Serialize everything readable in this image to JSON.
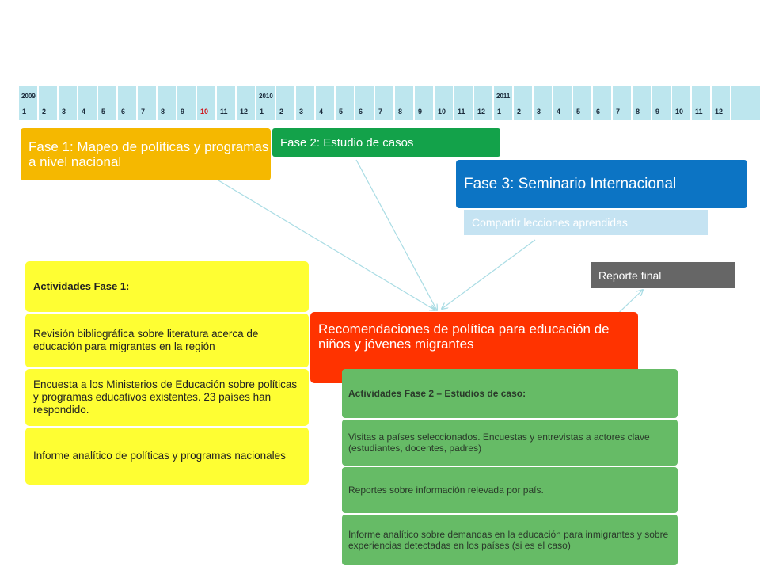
{
  "timeline": {
    "cells": [
      {
        "year": "2009",
        "month": "1",
        "red": false
      },
      {
        "year": "",
        "month": "2",
        "red": false
      },
      {
        "year": "",
        "month": "3",
        "red": false
      },
      {
        "year": "",
        "month": "4",
        "red": false
      },
      {
        "year": "",
        "month": "5",
        "red": false
      },
      {
        "year": "",
        "month": "6",
        "red": false
      },
      {
        "year": "",
        "month": "7",
        "red": false
      },
      {
        "year": "",
        "month": "8",
        "red": false
      },
      {
        "year": "",
        "month": "9",
        "red": false
      },
      {
        "year": "",
        "month": "10",
        "red": true
      },
      {
        "year": "",
        "month": "11",
        "red": false
      },
      {
        "year": "",
        "month": "12",
        "red": false
      },
      {
        "year": "2010",
        "month": "1",
        "red": false
      },
      {
        "year": "",
        "month": "2",
        "red": false
      },
      {
        "year": "",
        "month": "3",
        "red": false
      },
      {
        "year": "",
        "month": "4",
        "red": false
      },
      {
        "year": "",
        "month": "5",
        "red": false
      },
      {
        "year": "",
        "month": "6",
        "red": false
      },
      {
        "year": "",
        "month": "7",
        "red": false
      },
      {
        "year": "",
        "month": "8",
        "red": false
      },
      {
        "year": "",
        "month": "9",
        "red": false
      },
      {
        "year": "",
        "month": "10",
        "red": false
      },
      {
        "year": "",
        "month": "11",
        "red": false
      },
      {
        "year": "",
        "month": "12",
        "red": false
      },
      {
        "year": "2011",
        "month": "1",
        "red": false
      },
      {
        "year": "",
        "month": "2",
        "red": false
      },
      {
        "year": "",
        "month": "3",
        "red": false
      },
      {
        "year": "",
        "month": "4",
        "red": false
      },
      {
        "year": "",
        "month": "5",
        "red": false
      },
      {
        "year": "",
        "month": "6",
        "red": false
      },
      {
        "year": "",
        "month": "7",
        "red": false
      },
      {
        "year": "",
        "month": "8",
        "red": false
      },
      {
        "year": "",
        "month": "9",
        "red": false
      },
      {
        "year": "",
        "month": "10",
        "red": false
      },
      {
        "year": "",
        "month": "11",
        "red": false
      },
      {
        "year": "",
        "month": "12",
        "red": false
      }
    ]
  },
  "phases": {
    "phase1": "Fase 1: Mapeo de políticas y programas a nivel nacional",
    "phase2": "Fase 2: Estudio de casos",
    "phase3": "Fase 3: Seminario Internacional",
    "share": "Compartir lecciones aprendidas",
    "final": "Reporte final"
  },
  "phase1_activities": {
    "title": "Actividades Fase 1:",
    "items": [
      "Revisión bibliográfica sobre literatura acerca de educación para migrantes en la región",
      "Encuesta a los Ministerios de Educación sobre políticas y programas educativos existentes. 23 países han respondido.",
      "Informe analítico de políticas y programas nacionales"
    ]
  },
  "recommendations": "Recomendaciones de política para educación de niños y jóvenes migrantes",
  "phase2_activities": {
    "title": "Actividades Fase 2 – Estudios de caso:",
    "items": [
      "Visitas a países seleccionados. Encuestas y entrevistas a actores clave (estudiantes, docentes, padres)",
      "Reportes sobre información relevada por país.",
      "Informe analítico  sobre demandas en la educación para inmigrantes y sobre experiencias detectadas en los países (si es el caso)"
    ]
  },
  "colors": {
    "phase1": "#f5b800",
    "phase2": "#13a24a",
    "phase3": "#0c74c4",
    "recommendations": "#ff3300",
    "phase1_boxes": "#fefe33",
    "phase2_boxes": "#66bb66",
    "timeline": "#bde6ee"
  }
}
